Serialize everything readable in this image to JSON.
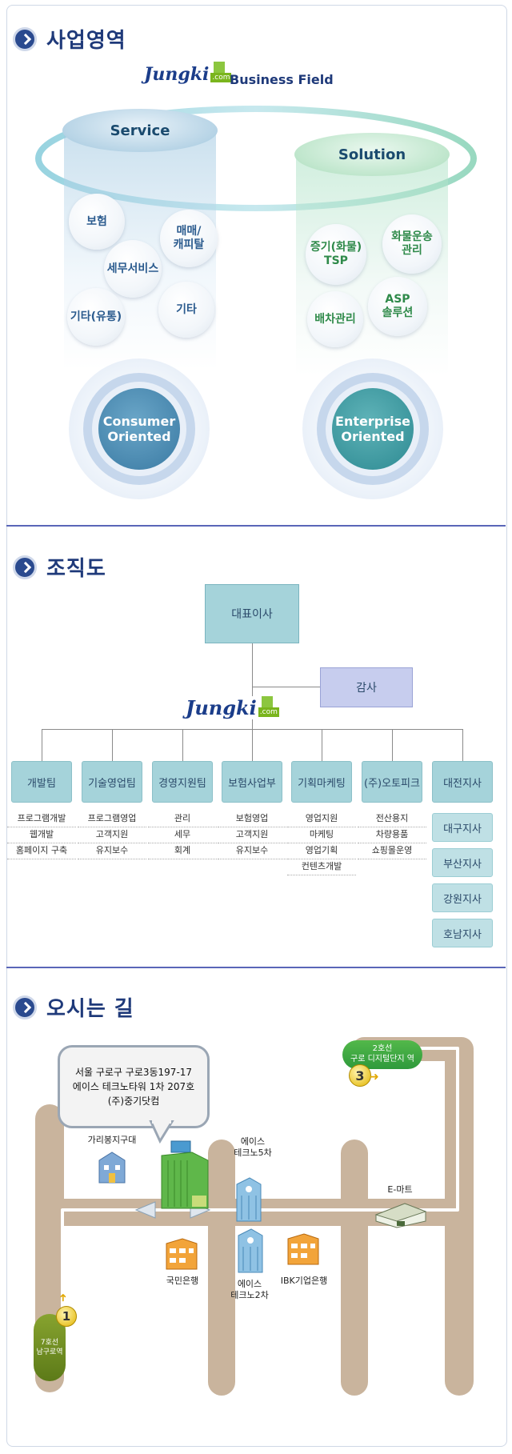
{
  "business": {
    "title": "사업영역",
    "logo_brand": "Jungki",
    "logo_suffix": ".com",
    "logo_subtitle": "Business Field",
    "service": {
      "label": "Service",
      "items": [
        "보험",
        "매매/\n캐피탈",
        "세무서비스",
        "기타(유통)",
        "기타"
      ],
      "orientation": "Consumer\nOriented"
    },
    "solution": {
      "label": "Solution",
      "items": [
        "증기(화물)\nTSP",
        "화물운송\n관리",
        "ASP\n솔루션",
        "배차관리"
      ],
      "orientation": "Enterprise\nOriented"
    }
  },
  "org": {
    "title": "조직도",
    "ceo": "대표이사",
    "audit": "감사",
    "logo_brand": "Jungki",
    "logo_suffix": ".com",
    "depts": [
      {
        "name": "개발팀",
        "tasks": [
          "프로그램개발",
          "웹개발",
          "홈페이지 구축"
        ]
      },
      {
        "name": "기술영업팀",
        "tasks": [
          "프로그램영업",
          "고객지원",
          "유지보수"
        ]
      },
      {
        "name": "경영지원팀",
        "tasks": [
          "관리",
          "세무",
          "회계"
        ]
      },
      {
        "name": "보험사업부",
        "tasks": [
          "보험영업",
          "고객지원",
          "유지보수"
        ]
      },
      {
        "name": "기획마케팅",
        "tasks": [
          "영업지원",
          "마케팅",
          "영업기획",
          "컨텐츠개발"
        ]
      },
      {
        "name": "(주)오토피크",
        "tasks": [
          "전산용지",
          "차량용품",
          "쇼핑몰운영"
        ]
      },
      {
        "name": "대전지사",
        "tasks": []
      }
    ],
    "branches": [
      "대구지사",
      "부산지사",
      "강원지사",
      "호남지사"
    ]
  },
  "directions": {
    "title": "오시는 길",
    "address_line1": "서울 구로구 구로3동197-17",
    "address_line2": "에이스 테크노타워 1차 207호",
    "address_line3": "(주)중기닷컴",
    "station2_line": "2호선",
    "station2_name": "구로 디지털단지 역",
    "station2_num": "3",
    "station7_line": "7호선",
    "station7_name": "남구로역",
    "station7_num": "1",
    "landmarks": {
      "garibong": "가리봉지구대",
      "ace5": "에이스\n테크노5차",
      "emart": "E-마트",
      "kookmin": "국민은행",
      "ace2": "에이스\n테크노2차",
      "ibk": "IBK기업은행"
    }
  },
  "colors": {
    "accent": "#1f3a7a",
    "service_blue": "#8fbfd8",
    "solution_green": "#9fd8b6",
    "org_box": "#a5d3da",
    "audit_box": "#c7cdee",
    "road": "#c9b49d",
    "station_green": "#2f9a3c",
    "station_olive": "#6e8a23"
  }
}
